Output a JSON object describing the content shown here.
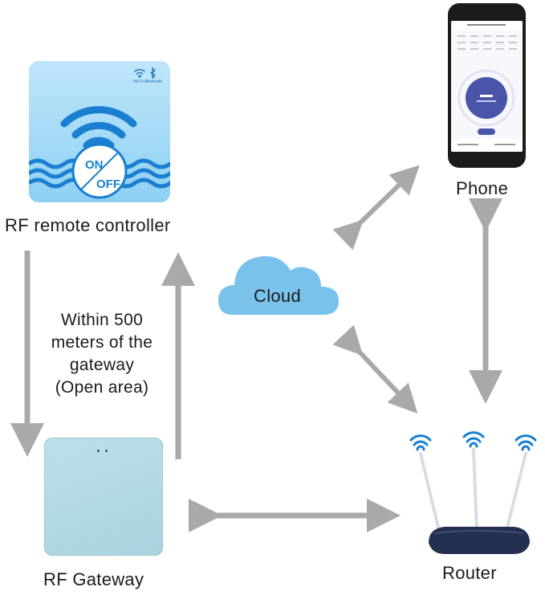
{
  "labels": {
    "remote": "RF remote controller",
    "phone": "Phone",
    "cloud": "Cloud",
    "router": "Router",
    "gateway": "RF Gateway"
  },
  "range_note": [
    "Within 500",
    "meters of the",
    "gateway",
    "(Open area)"
  ],
  "remote_tile": {
    "on_text": "ON",
    "off_text": "OFF",
    "corner_text": "Wi-Fi+Bluetooth"
  },
  "colors": {
    "arrow": "#a9a9a9",
    "cloud": "#79c2ec",
    "router_body": "#23304f",
    "wave": "#1a7fd0"
  },
  "icons": [
    "wifi-icon",
    "bluetooth-icon",
    "power-toggle-icon",
    "cloud-icon",
    "router-icon",
    "phone-icon",
    "gateway-icon"
  ]
}
